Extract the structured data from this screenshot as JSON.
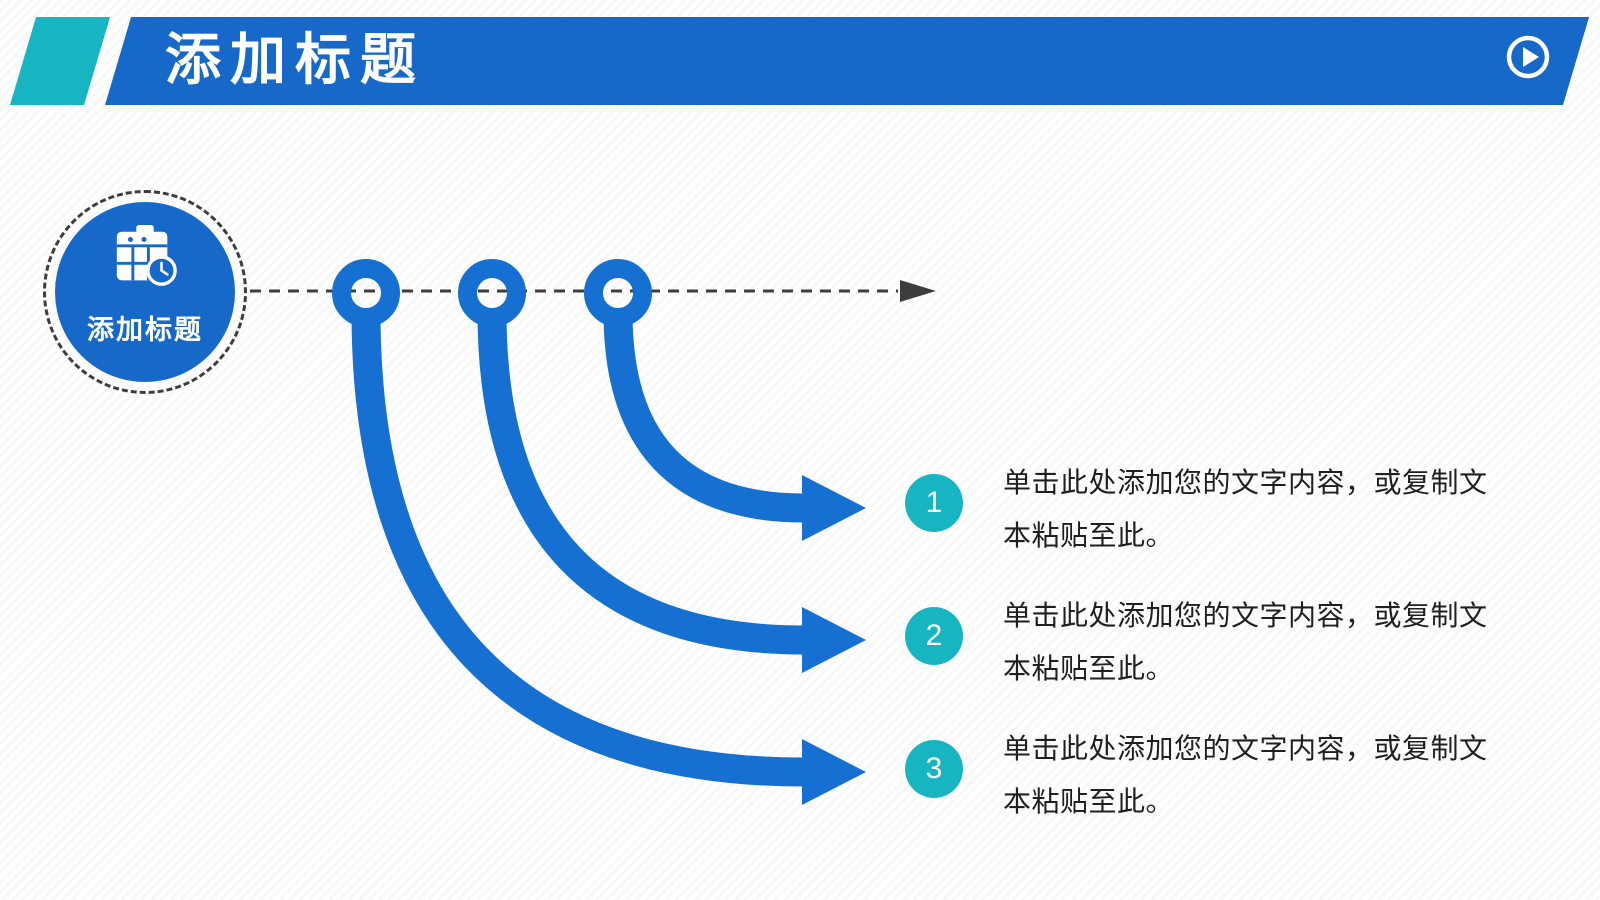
{
  "colors": {
    "blue": "#1668C9",
    "blue_graphic": "#1670D2",
    "teal": "#17B5C2",
    "dash": "#3D3D3D",
    "text": "#1F1F1F",
    "white": "#FFFFFF"
  },
  "header": {
    "title": "添加标题"
  },
  "hub": {
    "label": "添加标题"
  },
  "steps": [
    {
      "number": "1",
      "line1": "单击此处添加您的文字内容，或复制文",
      "line2": "本粘贴至此。"
    },
    {
      "number": "2",
      "line1": "单击此处添加您的文字内容，或复制文",
      "line2": "本粘贴至此。"
    },
    {
      "number": "3",
      "line1": "单击此处添加您的文字内容，或复制文",
      "line2": "本粘贴至此。"
    }
  ]
}
